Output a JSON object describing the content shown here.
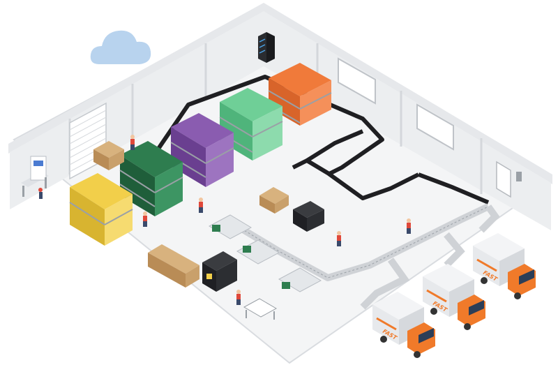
{
  "colors": {
    "floor": "#f4f5f6",
    "floor_edge": "#d9dce0",
    "wall_top": "#e6e8eb",
    "wall_face": "#eceef0",
    "wall_shadow": "#d4d7db",
    "cloud": "#b8d3ee",
    "conveyor_belt": "#1f1f22",
    "roller_track": "#cfd2d6",
    "rack_frame": "#9aa0a6",
    "bin_orange": "#f07a3a",
    "bin_green_light": "#6fcf97",
    "bin_green_dark": "#2e7d4f",
    "bin_purple": "#7b4fa0",
    "bin_yellow": "#f2cf4a",
    "carton": "#c9a06b",
    "truck_body": "#e7e9ec",
    "truck_cab": "#f07a2a",
    "worker_shirt": "#e0483a",
    "worker_pants": "#3a4a6b"
  },
  "trucks": [
    {
      "name": "truck-front",
      "logo": "FAST"
    },
    {
      "name": "truck-middle",
      "logo": "FAST"
    },
    {
      "name": "truck-back",
      "logo": "FAST"
    }
  ]
}
